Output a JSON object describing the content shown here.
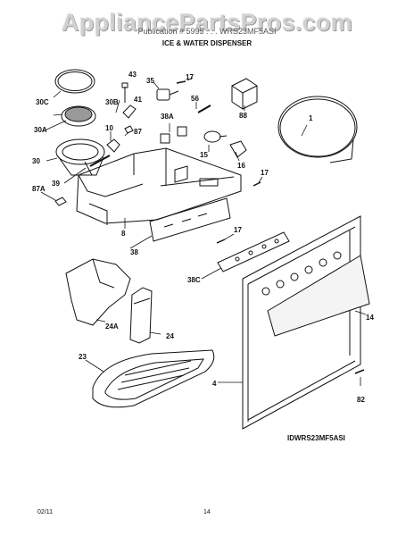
{
  "watermark": "AppliancePartsPros.com",
  "header_line": "Publication # 5995 . . . WRS23MF5ASI",
  "section_title": "ICE & WATER DISPENSER",
  "diagram_id": "IDWRS23MF5ASI",
  "footer": {
    "date": "02/11",
    "page": "14"
  },
  "callouts": [
    "43",
    "17",
    "35",
    "56",
    "30C",
    "30B",
    "41",
    "88",
    "38A",
    "1",
    "30A",
    "10",
    "87",
    "15",
    "16",
    "30",
    "39",
    "17",
    "87A",
    "8",
    "17",
    "38",
    "38C",
    "14",
    "24A",
    "24",
    "23",
    "4",
    "82"
  ]
}
